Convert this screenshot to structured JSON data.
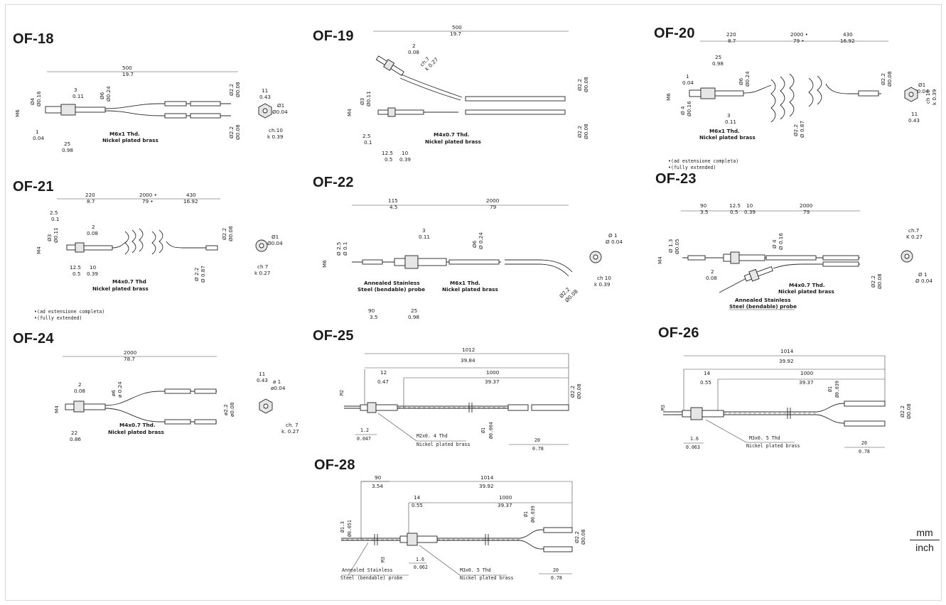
{
  "units": {
    "top": "mm",
    "bottom": "inch"
  },
  "models": {
    "of18": {
      "title": "OF-18",
      "thread_label": "M6x1  Thd.",
      "material_label": "Nickel plated brass",
      "d_500": "500",
      "i_500": "19.7",
      "d_3": "3",
      "i_3": "0.11",
      "d_1": "1",
      "i_1": "0.04",
      "d_25": "25",
      "i_25": "0.98",
      "ax_m6": "M6",
      "ax_d4": "Ø4",
      "ax_i4": "Ø0.16",
      "ax_d6": "Ø6",
      "ax_i6": "Ø0.24",
      "ax_d22a": "Ø2.2",
      "ax_i22a": "Ø0.08",
      "ax_d22b": "Ø2.2",
      "ax_i22b": "Ø0.08",
      "e_11": "11",
      "e_043": "0.43",
      "e_d1": "Ø1",
      "e_i1": "Ø0.04",
      "e_ch": "ch.10",
      "e_k": "k 0.39"
    },
    "of19": {
      "title": "OF-19",
      "thread_label": "M4x0.7  Thd.",
      "material_label": "Nickel plated brass",
      "d_500": "500",
      "i_500": "19.7",
      "d_2": "2",
      "i_2": "0.08",
      "ch": "ch.7",
      "k": "k 0.27",
      "d_25": "2.5",
      "i_25": "0.1",
      "d_125": "12.5",
      "i_125": "0.5",
      "d_10": "10",
      "i_10": "0.39",
      "ax_m4": "M4",
      "ax_d3": "Ø3",
      "ax_i3": "Ø0.11",
      "ax_d22a": "Ø2.2",
      "ax_i22a": "Ø0.08",
      "ax_d22b": "Ø2.2",
      "ax_i22b": "Ø0.08"
    },
    "of20": {
      "title": "OF-20",
      "thread_label": "M6x1  Thd.",
      "material_label": "Nickel plated brass",
      "d_220": "220",
      "i_220": "8.7",
      "d_2000": "2000 •",
      "i_2000": "79 •",
      "d_430": "430",
      "i_430": "16.92",
      "d_25": "25",
      "i_25": "0.98",
      "d_1": "1",
      "i_1": "0.04",
      "d_3": "3",
      "i_3": "0.11",
      "ax_m6": "M6",
      "ax_d4": "Ø 4",
      "ax_i4": "Ø0.16",
      "ax_d6": "Ø6",
      "ax_i6": "Ø0.24",
      "ax_d22": "Ø2.2",
      "ax_i22": "Ø0.08",
      "ax_d22b": "Ø2.2",
      "ax_i087": "Ø 0.87",
      "e_d1": "Ø1",
      "e_i1": "Ø0.04",
      "e_ch": "ch 10",
      "e_k": "k 0.39",
      "e_11": "11",
      "e_043": "0.43",
      "note_it": "•(ad estensione completa)",
      "note_en": "•(fully extended)"
    },
    "of21": {
      "title": "OF-21",
      "thread_label": "M4x0.7  Thd",
      "material_label": "Nickel plated brass",
      "d_220": "220",
      "i_220": "8.7",
      "d_2000": "2000 •",
      "i_2000": "79 •",
      "d_430": "430",
      "i_430": "16.92",
      "d_25": "2.5",
      "i_25": "0.1",
      "d_2": "2",
      "i_2": "0.08",
      "d_125": "12.5",
      "i_125": "0.5",
      "d_10": "10",
      "i_10": "0.39",
      "ax_m4": "M4",
      "ax_d3": "Ø3",
      "ax_i3": "Ø0.11",
      "ax_d22": "Ø2.2",
      "ax_i22": "Ø0.08",
      "ax_d22b": "Ø 2.2",
      "ax_i087": "Ø 0.87",
      "e_d1": "Ø1",
      "e_i1": "Ø0.04",
      "e_ch": "ch 7",
      "e_k": "k 0.27",
      "note_it": "•(ad estensione completa)",
      "note_en": "•(fully extended)"
    },
    "of22": {
      "title": "OF-22",
      "thread_label": "M6x1  Thd.",
      "material_label": "Nickel plated brass",
      "probe_1": "Annealed Stainless",
      "probe_2": "Steel (bendable) probe",
      "d_115": "115",
      "i_115": "4.5",
      "d_2000": "2000",
      "i_2000": "79",
      "d_3": "3",
      "i_3": "0.11",
      "d_90": "90",
      "i_90": "3.5",
      "d_25": "25",
      "i_25": "0.98",
      "ax_m6": "M6",
      "ax_d25": "Ø 2.5",
      "ax_i01": "Ø 0.1",
      "ax_d6": "Ø6",
      "ax_i6": "Ø 0.24",
      "ax_d22": "Ø2.2",
      "ax_i22": "Ø0.08",
      "e_d1": "Ø 1",
      "e_i1": "Ø 0.04",
      "e_ch": "ch 10",
      "e_k": "k 0.39"
    },
    "of23": {
      "title": "OF-23",
      "thread_label": "M4x0.7  Thd.",
      "material_label": "Nickel plated brass",
      "probe_1": "Annealed Stainless",
      "probe_2": "Steel (bendable) probe",
      "d_90": "90",
      "i_90": "3.5",
      "d_125": "12.5",
      "i_125": "0.5",
      "d_10": "10",
      "i_10": "0.39",
      "d_2000": "2000",
      "i_2000": "79",
      "d_2": "2",
      "i_2": "0.08",
      "ax_m4": "M4",
      "ax_d13": "Ø 1.3",
      "ax_i005": "Ø0.05",
      "ax_d4": "Ø 4",
      "ax_i016": "Ø 0.16",
      "ax_d22": "Ø2.2",
      "ax_i22": "Ø0.08",
      "e_ch": "ch.7",
      "e_k": "K 0.27",
      "e_d1": "Ø 1",
      "e_i1": "Ø 0.04"
    },
    "of24": {
      "title": "OF-24",
      "thread_label": "M4x0.7  Thd.",
      "material_label": "Nickel plated brass",
      "d_2000": "2000",
      "i_2000": "78.7",
      "d_2": "2",
      "i_2": "0.08",
      "d_22": "22",
      "i_22": "0.86",
      "ax_m4": "M4",
      "ax_d6": "ø6",
      "ax_i6": "ø 0.24",
      "ax_d22": "ø2.2",
      "ax_i22": "ø0.08",
      "e_11": "11",
      "e_043": "0.43",
      "e_d1": "ø 1",
      "e_i1": "ø0.04",
      "e_ch": "ch. 7",
      "e_k": "k. 0.27"
    },
    "of25": {
      "title": "OF-25",
      "thread_label": "M2x0. 4 Thd",
      "material_label": "Nickel plated brass",
      "d_1012": "1012",
      "i_1012": "39.84",
      "d_12": "12",
      "i_12": "0.47",
      "d_1000": "1000",
      "i_1000": "39.37",
      "d_12b": "1.2",
      "i_12b": "0.047",
      "d_20": "20",
      "i_20": "0.78",
      "ax_m2": "M2",
      "ax_d22": "Ø2.2",
      "ax_i22": "Ø0.08",
      "ax_d1": "Ø1",
      "ax_i1": "Ø0.004"
    },
    "of26": {
      "title": "OF-26",
      "thread_label": "M3x0. 5 Thd",
      "material_label": "Nickel plated brass",
      "d_1014": "1014",
      "i_1014": "39.92",
      "d_14": "14",
      "i_14": "0.55",
      "d_1000": "1000",
      "i_1000": "39.37",
      "d_16": "1.6",
      "i_16": "0.063",
      "d_20": "20",
      "i_20": "0.78",
      "ax_m3": "M3",
      "ax_d1": "Ø1",
      "ax_i1": "Ø0.039",
      "ax_d22a": "Ø2.2",
      "ax_i22a": "Ø0.08"
    },
    "of28": {
      "title": "OF-28",
      "thread_label": "M3x0. 5 Thd",
      "material_label": "Nickel plated brass",
      "probe_1": "Annealed Stainless",
      "probe_2": "Steel (bendable) probe",
      "d_90": "90",
      "i_90": "3.54",
      "d_1014": "1014",
      "i_1014": "39.92",
      "d_14": "14",
      "i_14": "0.55",
      "d_1000": "1000",
      "i_1000": "39.37",
      "d_16": "1.6",
      "i_16": "0.062",
      "d_20": "20",
      "i_20": "0.78",
      "ax_m3": "M3",
      "ax_d13": "Ø1.3",
      "ax_i051": "Ø0.051",
      "ax_d1": "Ø1",
      "ax_i1": "Ø0.039",
      "ax_d22": "Ø2.2",
      "ax_i22": "Ø0.08"
    }
  }
}
